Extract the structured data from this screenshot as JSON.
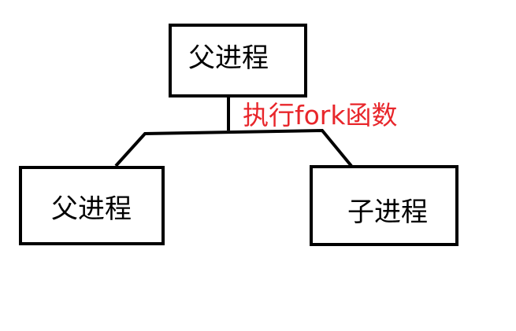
{
  "diagram": {
    "nodes": {
      "parent_top": {
        "label": "父进程"
      },
      "parent_child_left": {
        "label": "父进程"
      },
      "child_right": {
        "label": "子进程"
      }
    },
    "annotation": {
      "label": "执行fork函数",
      "color": "#e8262b"
    },
    "colors": {
      "stroke": "#000000",
      "background": "#ffffff"
    }
  }
}
